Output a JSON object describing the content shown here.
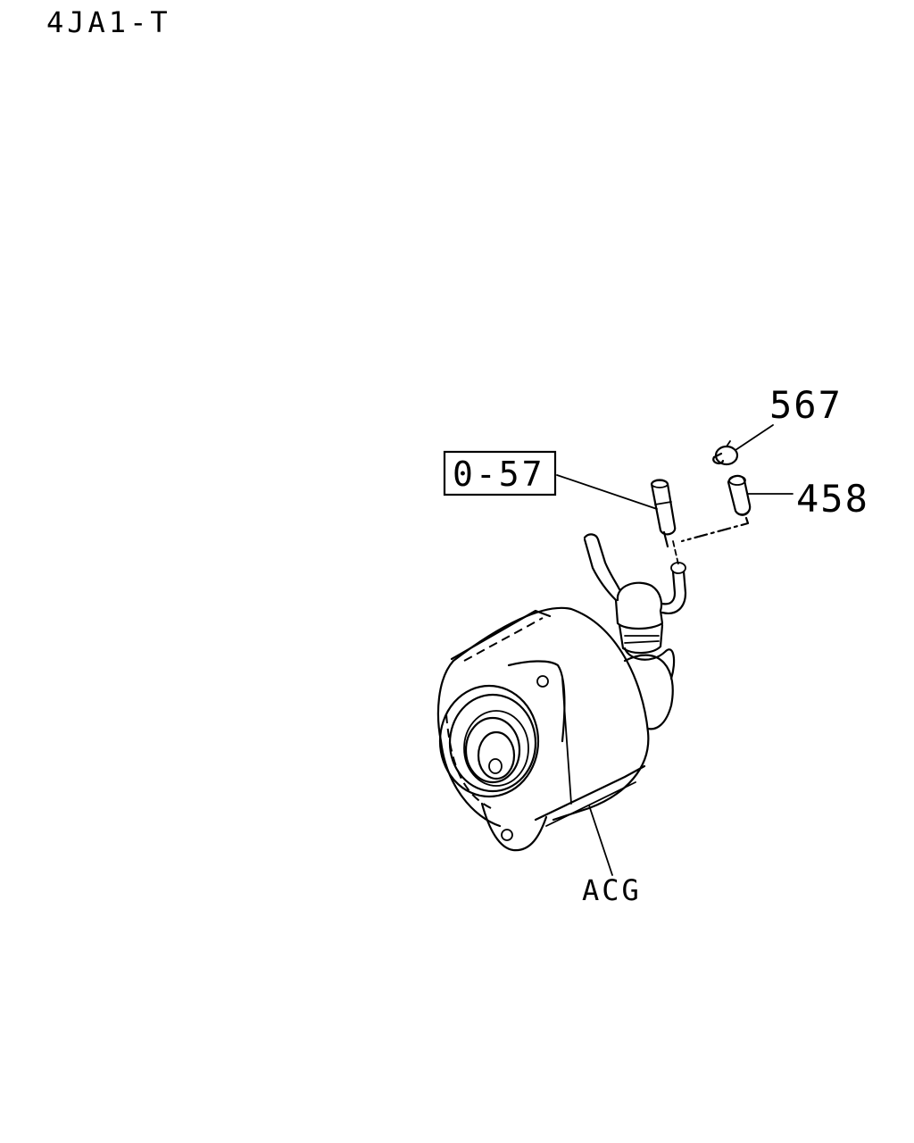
{
  "header": {
    "engine_code": "4JA1-T"
  },
  "callouts": {
    "ref_box": "0-57",
    "part_567": "567",
    "part_458": "458",
    "assembly_acg": "ACG"
  }
}
